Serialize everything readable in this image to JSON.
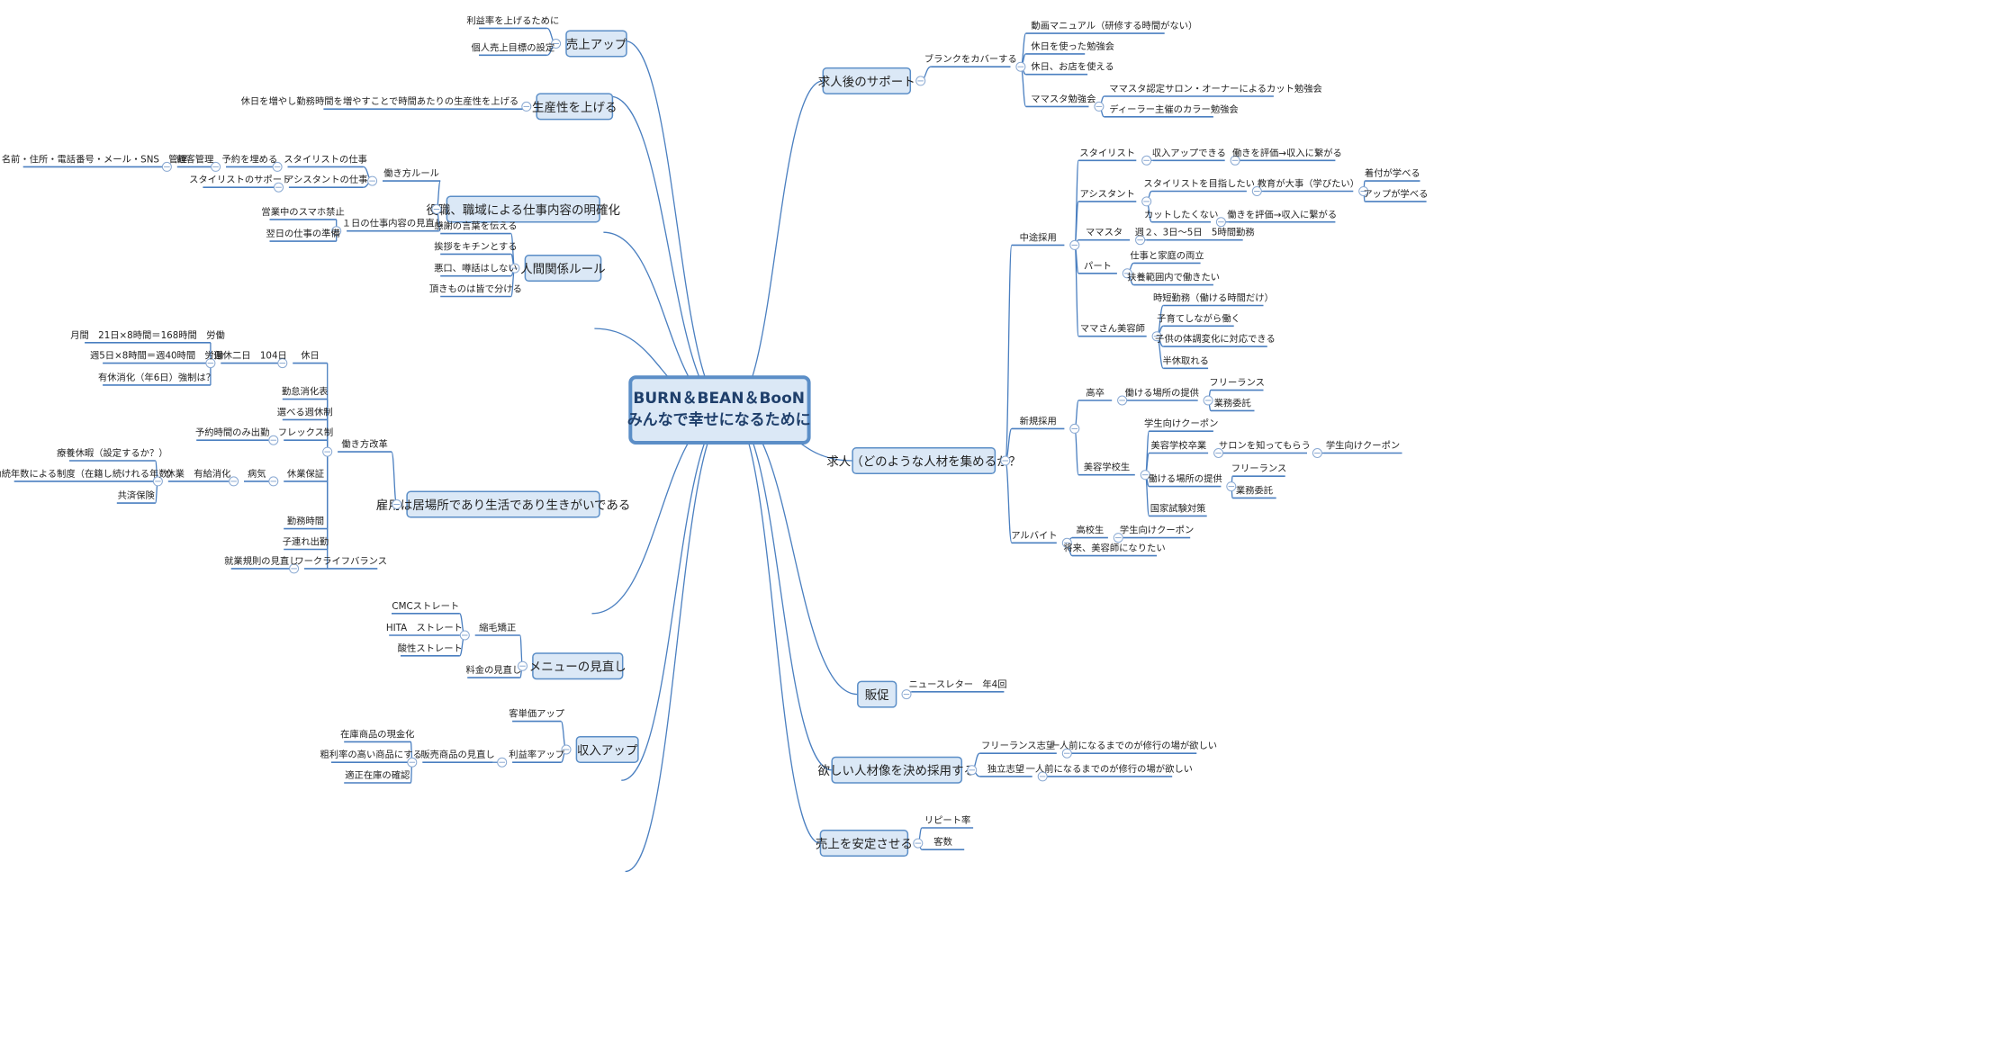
{
  "central": {
    "line1": "BURN＆BEAN＆BooN",
    "line2": "みんなで幸せになるために"
  },
  "colors": {
    "box_fill": "#dbe8f6",
    "box_stroke": "#5b8ec7",
    "line": "#4a7fc0",
    "text": "#222222",
    "central_text": "#1f3f6b"
  },
  "topics": {
    "t1": "売上アップ",
    "t2": "生産性を上げる",
    "t3": "役職、職域による仕事内容の明確化",
    "t4": "人間関係ルール",
    "t5": "雇用は居場所であり生活であり生きがいである",
    "t6": "メニューの見直し",
    "t7": "収入アップ",
    "t8": "求人後のサポート",
    "t9": "求人（どのような人材を集めるか？",
    "t10": "販促",
    "t11": "欲しい人材像を決め採用する",
    "t12": "売上を安定させる"
  },
  "labels": {
    "l1": "利益率を上げるために",
    "l2": "個人売上目標の設定",
    "l3": "休日を増やし勤務時間を増やすことで時間あたりの生産性を上げる",
    "l4": "働き方ルール",
    "l5": "スタイリストの仕事",
    "l6": "予約を埋める",
    "l7": "顧客管理",
    "l8": "名前・住所・電話番号・メール・SNS　管理",
    "l9": "アシスタントの仕事",
    "l10": "スタイリストのサポート",
    "l11": "１日の仕事内容の見直し",
    "l12": "営業中のスマホ禁止",
    "l13": "翌日の仕事の準備",
    "l14": "感謝の言葉を伝える",
    "l15": "挨拶をキチンとする",
    "l16": "悪口、噂話はしない",
    "l17": "頂きものは皆で分ける",
    "l18": "働き方改革",
    "l19": "休日",
    "l20": "週休二日　104日",
    "l21": "月間　21日×8時間＝168時間　労働",
    "l22": "週5日×8時間＝週40時間　労働",
    "l23": "有休消化（年6日）強制は？",
    "l24": "勤怠消化表",
    "l25": "選べる週休制",
    "l26": "フレックス制",
    "l27": "予約時間のみ出勤",
    "l28": "休業保証",
    "l29": "病気",
    "l30": "休業　有給消化",
    "l31": "療養休暇（設定するか？）",
    "l32": "勤続年数による制度（在籍し続けれる年数）",
    "l33": "共済保険",
    "l34": "勤務時間",
    "l35": "子連れ出勤",
    "l36": "ワークライフバランス",
    "l37": "就業規則の見直し",
    "l38": "縮毛矯正",
    "l39": "CMCストレート",
    "l40": "HITA　ストレート",
    "l41": "酸性ストレート",
    "l42": "料金の見直し",
    "l43": "客単価アップ",
    "l44": "利益率アップ",
    "l45": "販売商品の見直し",
    "l46": "在庫商品の現金化",
    "l47": "粗利率の高い商品にする",
    "l48": "適正在庫の確認",
    "l49": "ブランクをカバーする",
    "l50": "動画マニュアル（研修する時間がない）",
    "l51": "休日を使った勉強会",
    "l52": "休日、お店を使える",
    "l53": "ママスタ勉強会",
    "l54": "ママスタ認定サロン・オーナーによるカット勉強会",
    "l55": "ディーラー主催のカラー勉強会",
    "l56": "中途採用",
    "l57": "スタイリスト",
    "l58": "収入アップできる",
    "l59": "働きを評価→収入に繋がる",
    "l60": "アシスタント",
    "l61": "スタイリストを目指したい",
    "l62": "教育が大事（学びたい）",
    "l63": "着付が学べる",
    "l64": "アップが学べる",
    "l65": "カットしたくない",
    "l66": "働きを評価→収入に繋がる",
    "l67": "ママスタ",
    "l68": "週２、3日〜5日　5時間勤務",
    "l69": "パート",
    "l70": "仕事と家庭の両立",
    "l71": "扶養範囲内で働きたい",
    "l72": "ママさん美容師",
    "l73": "時短勤務（働ける時間だけ）",
    "l74": "子育てしながら働く",
    "l75": "子供の体調変化に対応できる",
    "l76": "半休取れる",
    "l77": "新規採用",
    "l78": "高卒",
    "l79": "働ける場所の提供",
    "l80": "フリーランス",
    "l81": "業務委託",
    "l82": "美容学校生",
    "l83": "学生向けクーポン",
    "l84": "美容学校卒業",
    "l85": "サロンを知ってもらう",
    "l86": "学生向けクーポン",
    "l87": "働ける場所の提供",
    "l88": "フリーランス",
    "l89": "業務委託",
    "l90": "国家試験対策",
    "l91": "アルバイト",
    "l92": "高校生",
    "l93": "学生向けクーポン",
    "l94": "将来、美容師になりたい",
    "l95": "ニュースレター　年4回",
    "l96": "フリーランス志望",
    "l97": "一人前になるまでのが修行の場が欲しい",
    "l98": "独立志望",
    "l99": "一人前になるまでのが修行の場が欲しい",
    "l100": "リピート率",
    "l101": "客数"
  }
}
